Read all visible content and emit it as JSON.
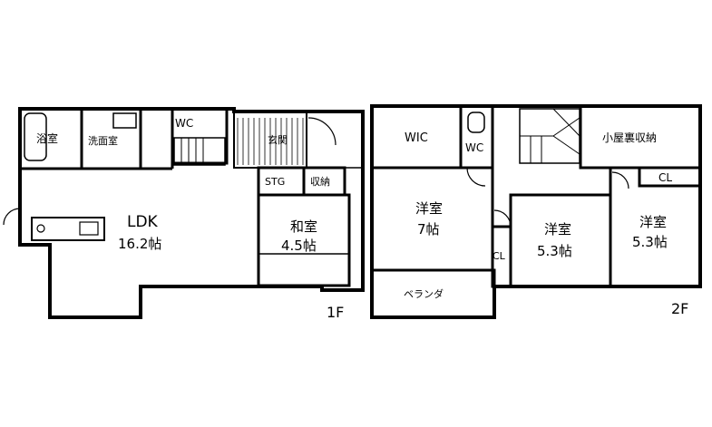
{
  "floor1": {
    "label": "1F",
    "rooms": {
      "bath": "浴室",
      "washroom": "洗面室",
      "wc": "WC",
      "entrance": "玄関",
      "stg": "STG",
      "storage": "収納",
      "ldk_name": "LDK",
      "ldk_size": "16.2帖",
      "washitsu_name": "和室",
      "washitsu_size": "4.5帖"
    }
  },
  "floor2": {
    "label": "2F",
    "rooms": {
      "wic": "WIC",
      "wc": "WC",
      "attic": "小屋裏収納",
      "cl_right": "CL",
      "cl_left": "CL",
      "room7_name": "洋室",
      "room7_size": "7帖",
      "room53a_name": "洋室",
      "room53a_size": "5.3帖",
      "room53b_name": "洋室",
      "room53b_size": "5.3帖",
      "veranda": "ベランダ"
    }
  }
}
